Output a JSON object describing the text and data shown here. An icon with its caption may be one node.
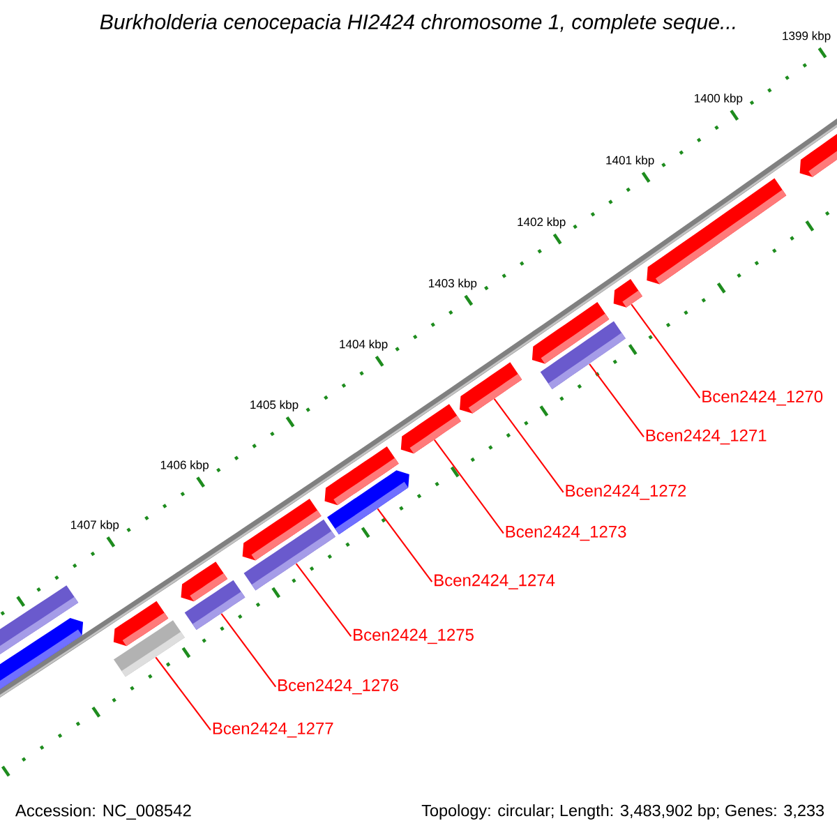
{
  "diagram": {
    "title": "Burkholderia cenocepacia HI2424 chromosome 1, complete seque...",
    "nodes": [
      {
        "text": [
          "Bcen2424_1270"
        ]
      },
      {
        "text": [
          "Bcen2424_1271"
        ]
      },
      {
        "text": [
          "Bcen2424_1272"
        ]
      },
      {
        "text": [
          "Bcen2424_1273"
        ]
      },
      {
        "text": [
          "Bcen2424_1274"
        ]
      },
      {
        "text": [
          "Bcen2424_1275"
        ]
      },
      {
        "text": [
          "Bcen2424_1276"
        ]
      },
      {
        "text": [
          "Bcen2424_1277"
        ]
      },
      {
        "text": [],
        "shape": "bar"
      },
      {
        "text": [],
        "shape": "bar"
      },
      {
        "text": [],
        "shape": "bar"
      },
      {
        "text": [],
        "shape": "bar"
      },
      {
        "text": [],
        "shape": "bar"
      },
      {
        "text": [],
        "shape": "bar"
      },
      {
        "text": [],
        "shape": "bar"
      },
      {
        "text": [],
        "shape": "bar"
      }
    ],
    "edges": [
      {
        "from": 0,
        "to": 8,
        "arrow": "none"
      },
      {
        "from": 1,
        "to": 9,
        "arrow": "none"
      },
      {
        "from": 2,
        "to": 10,
        "arrow": "none"
      },
      {
        "from": 3,
        "to": 11,
        "arrow": "none"
      },
      {
        "from": 4,
        "to": 12,
        "arrow": "none"
      },
      {
        "from": 5,
        "to": 13,
        "arrow": "none"
      },
      {
        "from": 6,
        "to": 14,
        "arrow": "none"
      },
      {
        "from": 7,
        "to": 15,
        "arrow": "none"
      }
    ],
    "labels": [
      "1399 kbp",
      "1400 kbp",
      "1401 kbp",
      "1402 kbp",
      "1403 kbp",
      "1404 kbp",
      "1405 kbp",
      "1406 kbp",
      "1407 kbp",
      "Accession: NC_008542",
      "Topology: circular; Length: 3,483,902 bp; Genes: 3,233"
    ]
  }
}
